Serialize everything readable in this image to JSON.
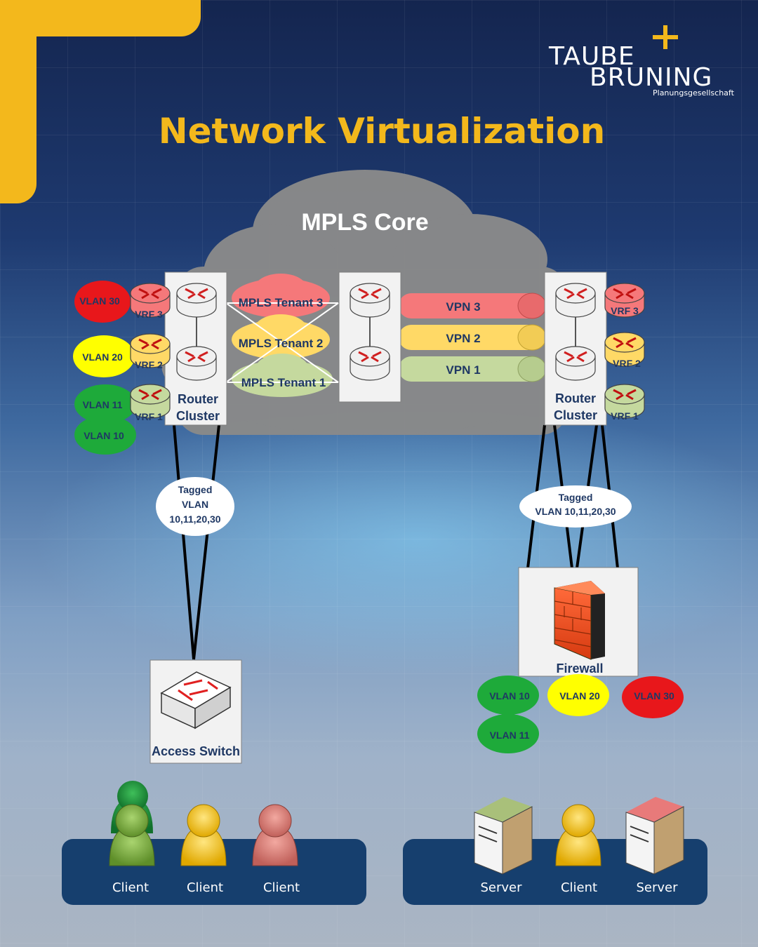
{
  "header": {
    "logo_line1": "TAUBE",
    "logo_line2": "BRUNING",
    "logo_subtitle": "Planungsgesellschaft",
    "title": "Network Virtualization"
  },
  "colors": {
    "accent": "#f3b81c",
    "background_top": "#14254f",
    "tenant_red": "#f5787a",
    "tenant_yellow": "#ffd966",
    "tenant_green": "#c5d99e",
    "vlan_red": "#e8171b",
    "vlan_yellow": "#ffff00",
    "vlan_green": "#1eaa3a",
    "text_dark": "#1f3864",
    "panel": "#163f6e"
  },
  "core": {
    "label": "MPLS Core"
  },
  "tenants": [
    "MPLS Tenant 3",
    "MPLS Tenant 2",
    "MPLS Tenant 1"
  ],
  "vpns": [
    "VPN 3",
    "VPN 2",
    "VPN 1"
  ],
  "left_cluster": {
    "label_line1": "Router",
    "label_line2": "Cluster",
    "vrfs": [
      "VRF 3",
      "VRF 2",
      "VRF 1"
    ],
    "vlans": [
      "VLAN 30",
      "VLAN 20",
      "VLAN 11",
      "VLAN 10"
    ]
  },
  "right_cluster": {
    "label_line1": "Router",
    "label_line2": "Cluster",
    "vrfs": [
      "VRF 3",
      "VRF 2",
      "VRF 1"
    ]
  },
  "left_trunk": {
    "line1": "Tagged",
    "line2": "VLAN",
    "line3": "10,11,20,30"
  },
  "right_trunk": {
    "line1": "Tagged",
    "line2": "VLAN 10,11,20,30"
  },
  "access_switch": {
    "label": "Access Switch"
  },
  "firewall": {
    "label": "Firewall",
    "vlans": [
      "VLAN 10",
      "VLAN 20",
      "VLAN 30",
      "VLAN 11"
    ]
  },
  "left_panel": {
    "items": [
      "Client",
      "Client",
      "Client"
    ]
  },
  "right_panel": {
    "items": [
      "Server",
      "Client",
      "Server"
    ]
  },
  "icons": [
    "router-icon",
    "switch-icon",
    "firewall-icon",
    "user-icon",
    "server-icon",
    "cloud-icon"
  ]
}
